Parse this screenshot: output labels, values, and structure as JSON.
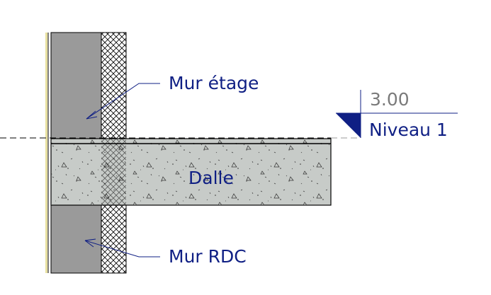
{
  "labels": {
    "upper_wall": "Mur étage",
    "slab": "Dalle",
    "lower_wall": "Mur RDC"
  },
  "level": {
    "elevation": "3.00",
    "name": "Niveau 1"
  },
  "colors": {
    "annotation": "#0f1f84",
    "elevation_text": "#7a7a7a",
    "wall_fill": "#9a9a9a",
    "slab_fill": "#c7cbc8",
    "outline": "#000000",
    "facing_line": "#e8e0a0"
  }
}
